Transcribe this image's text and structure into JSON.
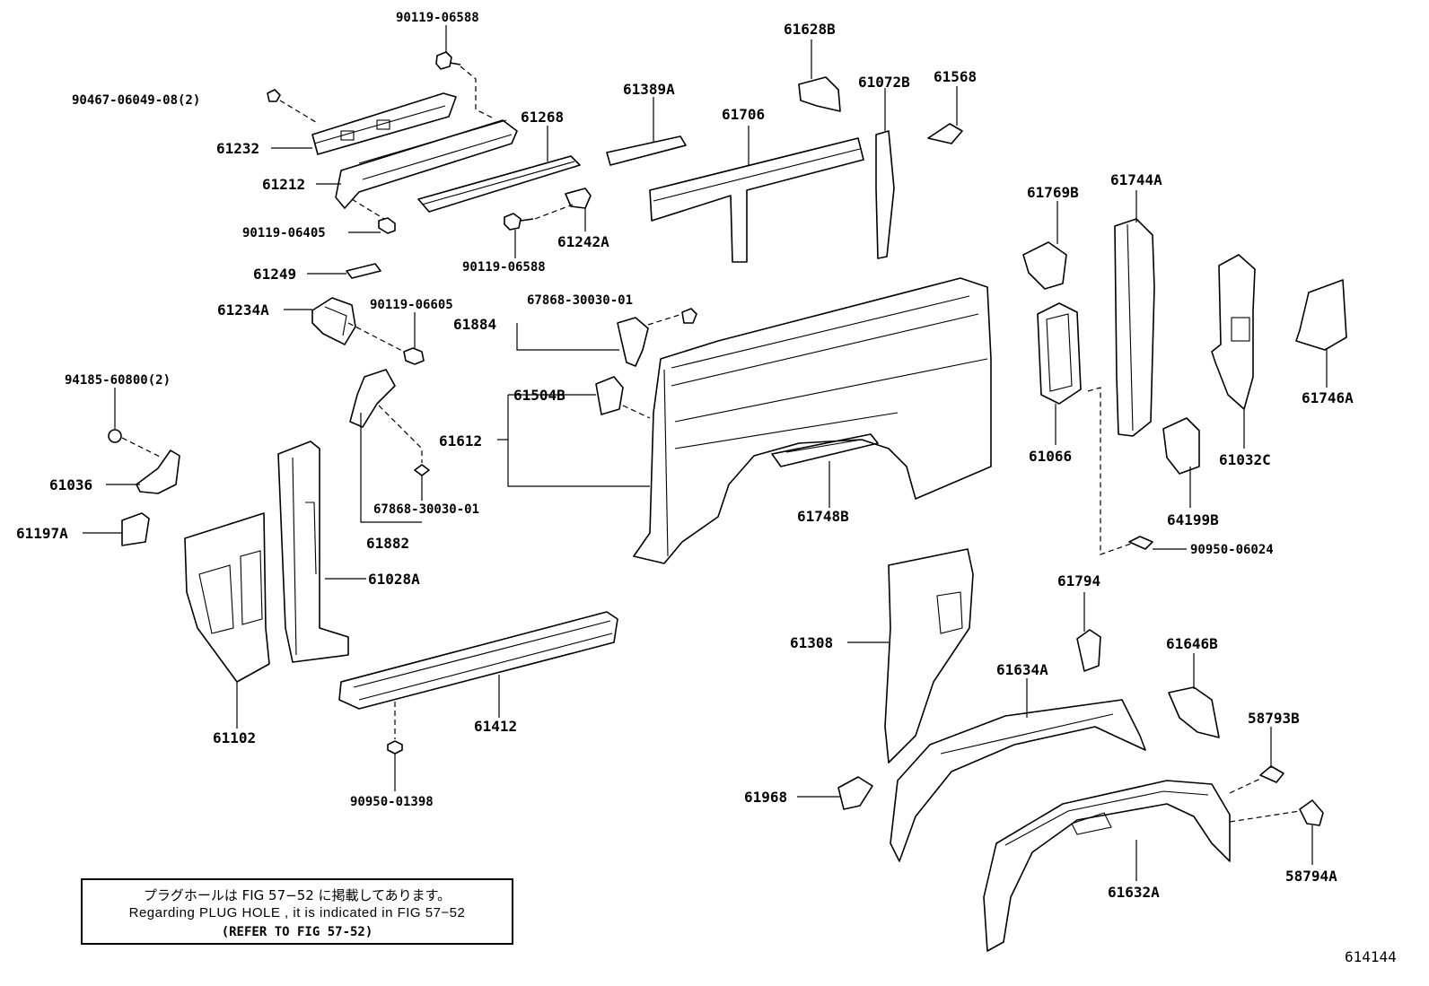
{
  "labels": {
    "p90119_06588_top": "90119-06588",
    "p90467": "90467-06049-08(2)",
    "p61232": "61232",
    "p61212": "61212",
    "p61268": "61268",
    "p90119_06405": "90119-06405",
    "p61242A": "61242A",
    "p90119_06588_mid": "90119-06588",
    "p61389A": "61389A",
    "p61628B": "61628B",
    "p61706": "61706",
    "p61072B": "61072B",
    "p61568": "61568",
    "p61249": "61249",
    "p61234A": "61234A",
    "p90119_06605": "90119-06605",
    "p67868_top": "67868-30030-01",
    "p61884": "61884",
    "p94185": "94185-60800(2)",
    "p61504B": "61504B",
    "p61612": "61612",
    "p61036": "61036",
    "p61197A": "61197A",
    "p67868_bottom": "67868-30030-01",
    "p61882": "61882",
    "p61028A": "61028A",
    "p61102": "61102",
    "p61412": "61412",
    "p90950_01398": "90950-01398",
    "p61748B": "61748B",
    "p61769B": "61769B",
    "p61744A": "61744A",
    "p61066": "61066",
    "p61032C": "61032C",
    "p61746A": "61746A",
    "p64199B": "64199B",
    "p90950_06024": "90950-06024",
    "p61794": "61794",
    "p61308": "61308",
    "p61634A": "61634A",
    "p61646B": "61646B",
    "p58793B": "58793B",
    "p61968": "61968",
    "p61632A": "61632A",
    "p58794A": "58794A"
  },
  "note": {
    "line_ja": "プラグホールは FIG 57−52 に掲載してあります。",
    "line_en": "Regarding  PLUG  HOLE , it is indicated in  FIG  57−52",
    "line_ref": "(REFER TO FIG 57-52)"
  },
  "figure_id": "614144"
}
